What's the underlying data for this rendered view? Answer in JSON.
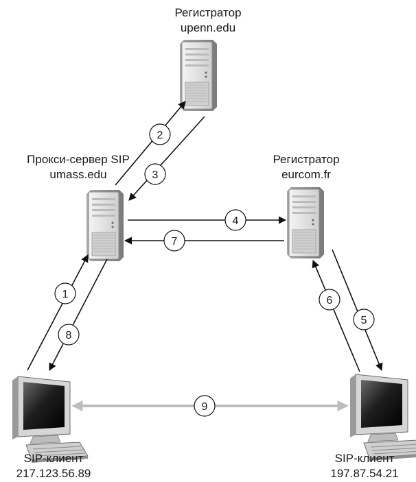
{
  "nodes": {
    "registrar_upenn": {
      "role": "Регистратор",
      "host": "upenn.edu"
    },
    "proxy_umass": {
      "role": "Прокси-сервер SIP",
      "host": "umass.edu"
    },
    "registrar_eurcom": {
      "role": "Регистратор",
      "host": "eurcom.fr"
    },
    "client_left": {
      "role": "SIP-клиент",
      "address": "217.123.56.89"
    },
    "client_right": {
      "role": "SIP-клиент",
      "address": "197.87.54.21"
    }
  },
  "steps": [
    "1",
    "2",
    "3",
    "4",
    "5",
    "6",
    "7",
    "8",
    "9"
  ],
  "colors": {
    "arrow": "#111111",
    "media_link": "#bdbdbd",
    "server_body": "#e4e4e4",
    "server_shade": "#9a9a9a"
  }
}
